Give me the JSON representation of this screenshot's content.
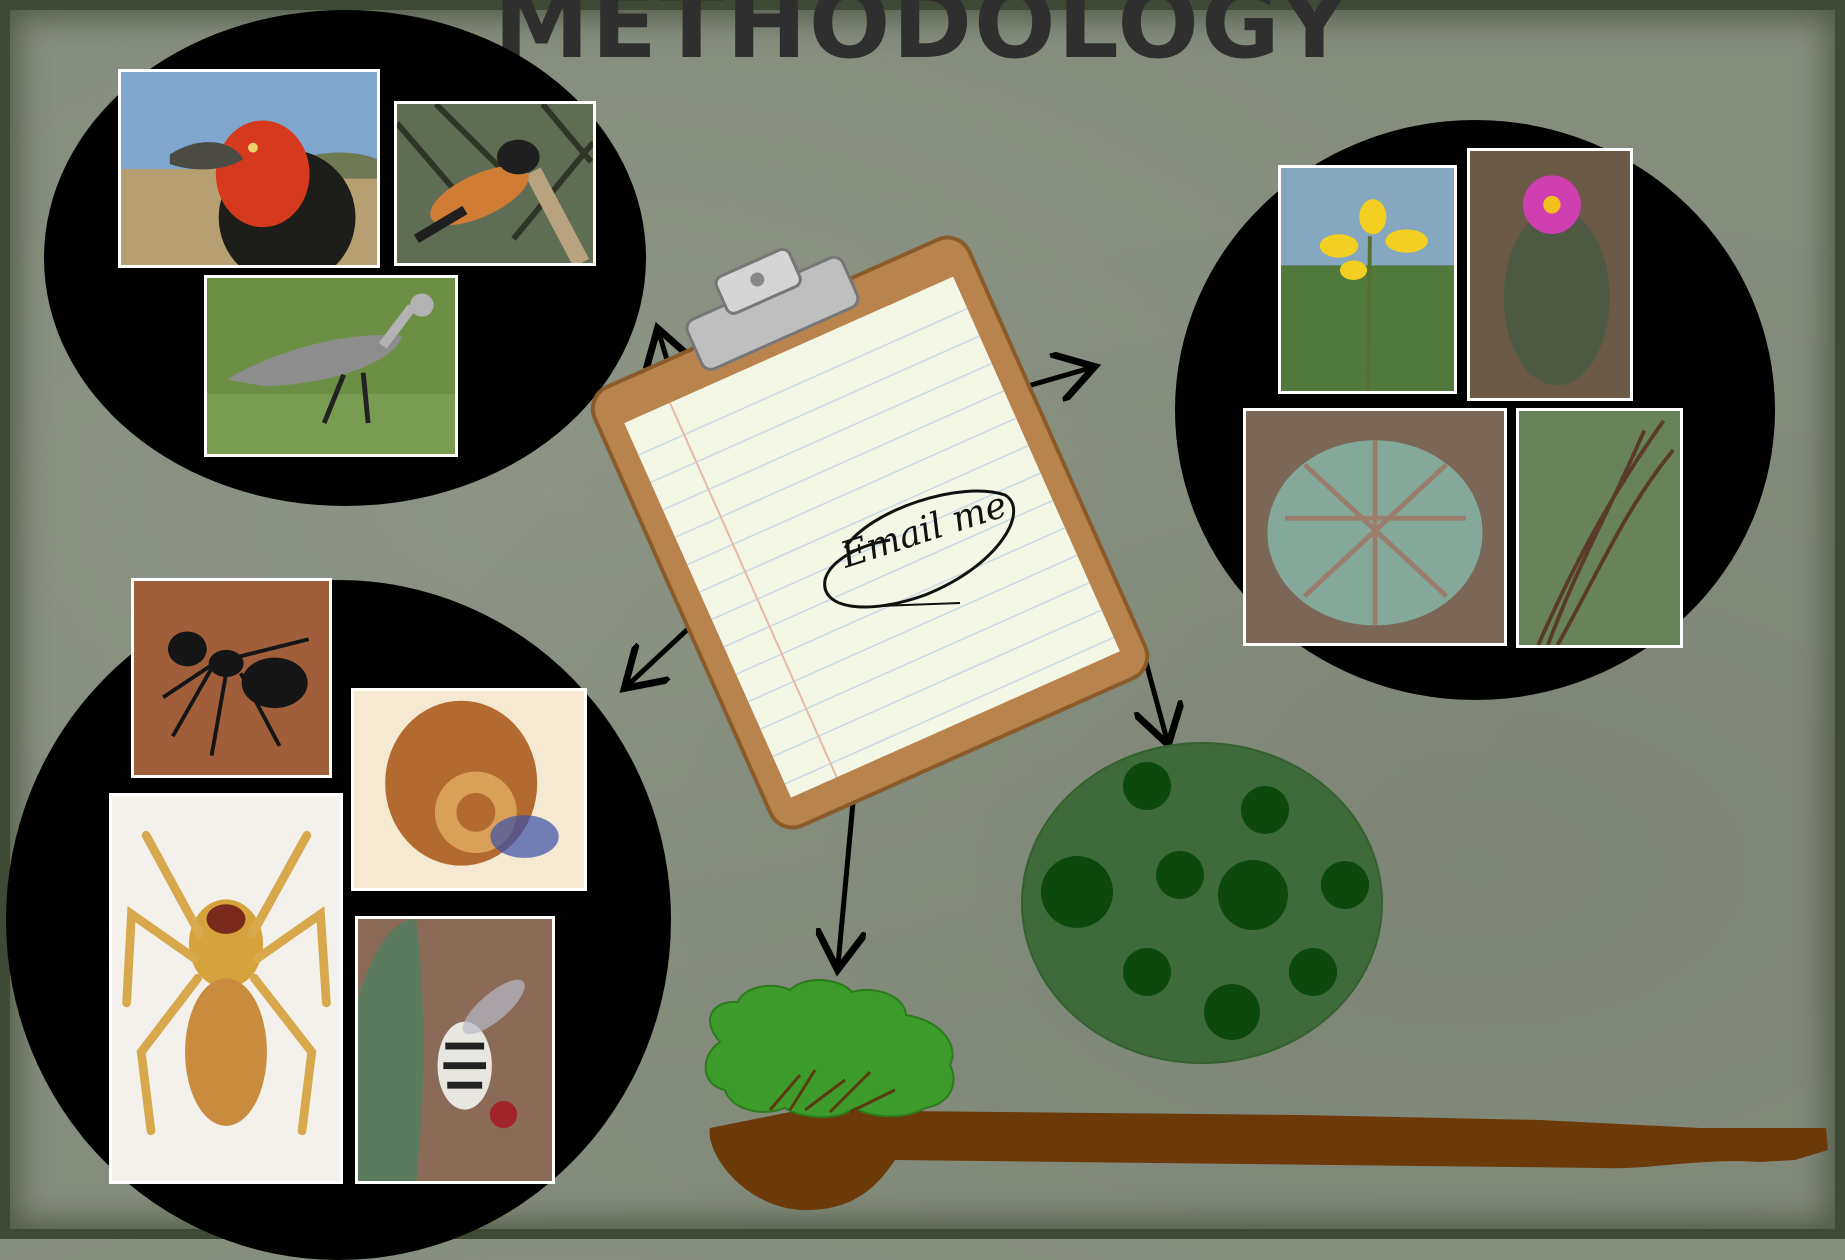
{
  "title": "METHODOLOGY",
  "clipboard": {
    "note": "Email me"
  },
  "groups": {
    "birds": [
      "barbet-photo",
      "shrike-photo",
      "secretarybird-photo"
    ],
    "plants": [
      "yellow-flower-photo",
      "pink-flower-photo",
      "cactus-photo",
      "grass-photo"
    ],
    "invertebrates": [
      "ant-photo",
      "snail-photo",
      "spider-photo",
      "fly-photo"
    ]
  },
  "colors": {
    "background": "#858d7d",
    "title": "#2f2f2f",
    "group_circle": "#000000",
    "arrow": "#000000",
    "tree_canopy": "#3c9b2a",
    "trunk": "#6b3a08",
    "quadrat_circle": "#3e6b3a",
    "quadrat_dots": "#0b4a0b"
  }
}
